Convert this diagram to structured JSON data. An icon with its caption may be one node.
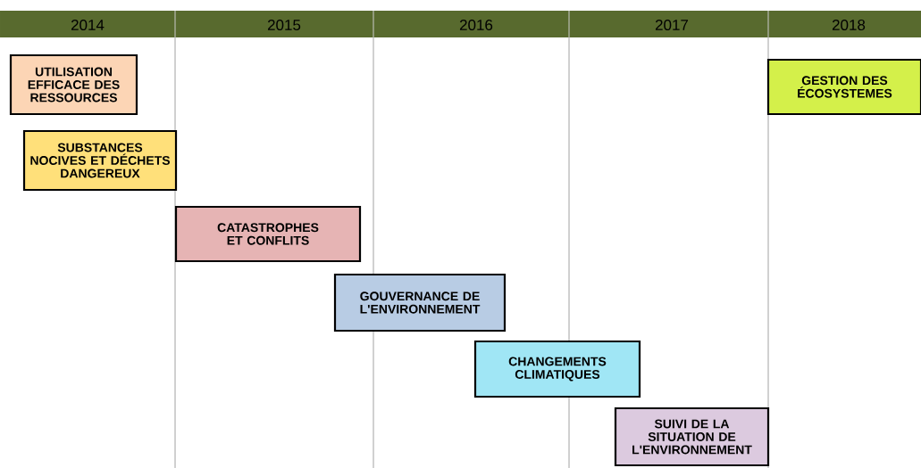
{
  "diagram": {
    "nodes": [
      {
        "text": [
          "UTILISATION EFFICACE DES RESSOURCES"
        ]
      },
      {
        "text": [
          "SUBSTANCES NOCIVES ET DÉCHETS DANGEREUX"
        ]
      },
      {
        "text": [
          "CATASTROPHES ET CONFLITS"
        ]
      },
      {
        "text": [
          "GOUVERNANCE DE L'ENVIRONNEMENT"
        ]
      },
      {
        "text": [
          "CHANGEMENTS CLIMATIQUES"
        ]
      },
      {
        "text": [
          "SUIVI DE LA SITUATION DE L'ENVIRONNEMENT"
        ]
      },
      {
        "text": [
          "GESTION DES ÉCOSYSTEMES"
        ]
      }
    ],
    "labels": [
      "2014",
      "2015",
      "2016",
      "2017",
      "2018"
    ]
  }
}
